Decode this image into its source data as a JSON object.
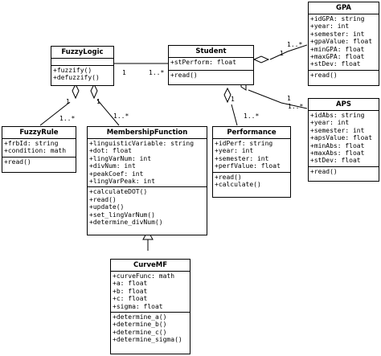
{
  "classes": {
    "fuzzylogic": {
      "name": "FuzzyLogic",
      "attributes": [],
      "methods": [
        "+fuzzify()",
        "+defuzzify()"
      ]
    },
    "student": {
      "name": "Student",
      "attributes": [
        "+stPerform: float"
      ],
      "methods": [
        "+read()"
      ]
    },
    "gpa": {
      "name": "GPA",
      "attributes": [
        "+idGPA: string",
        "+year: int",
        "+semester: int",
        "+gpaValue: float",
        "+minGPA: float",
        "+maxGPA: float",
        "+stDev: float"
      ],
      "methods": [
        "+read()"
      ]
    },
    "aps": {
      "name": "APS",
      "attributes": [
        "+idAbs: string",
        "+year: int",
        "+semester: int",
        "+apsValue: float",
        "+minAbs: float",
        "+maxAbs: float",
        "+stDev: float"
      ],
      "methods": [
        "+read()"
      ]
    },
    "fuzzyrule": {
      "name": "FuzzyRule",
      "attributes": [
        "+frbId: string",
        "+condition: math"
      ],
      "methods": [
        "+read()"
      ]
    },
    "membership": {
      "name": "MembershipFunction",
      "attributes": [
        "+linguisticVariable: string",
        "+dot: float",
        "+lingVarNum: int",
        "+divNum: int",
        "+peakCoef: int",
        "+lingVarPeak: int"
      ],
      "methods": [
        "+calculateDOT()",
        "+read()",
        "+update()",
        "+set_lingVarNum()",
        "+determine_divNum()"
      ]
    },
    "performance": {
      "name": "Performance",
      "attributes": [
        "+idPerf: string",
        "+year: int",
        "+semester: int",
        "+perfValue: float"
      ],
      "methods": [
        "+read()",
        "+calculate()"
      ]
    },
    "curvemf": {
      "name": "CurveMF",
      "attributes": [
        "+curveFunc: math",
        "+a: float",
        "+b: float",
        "+c: float",
        "+sigma: float"
      ],
      "methods": [
        "+determine_a()",
        "+determine_b()",
        "+determine_c()",
        "+determine_sigma()"
      ]
    }
  },
  "multiplicities": {
    "fl_student_left": "1",
    "fl_student_right": "1..*",
    "student_gpa_left": "1",
    "student_gpa_right": "1..*",
    "student_aps_left": "1",
    "student_aps_right": "1..*",
    "fl_rule_top": "1",
    "fl_rule_bottom": "1..*",
    "fl_mf_top": "1",
    "fl_mf_bottom": "1..*",
    "student_perf_top": "1",
    "student_perf_bottom": "1..*"
  }
}
